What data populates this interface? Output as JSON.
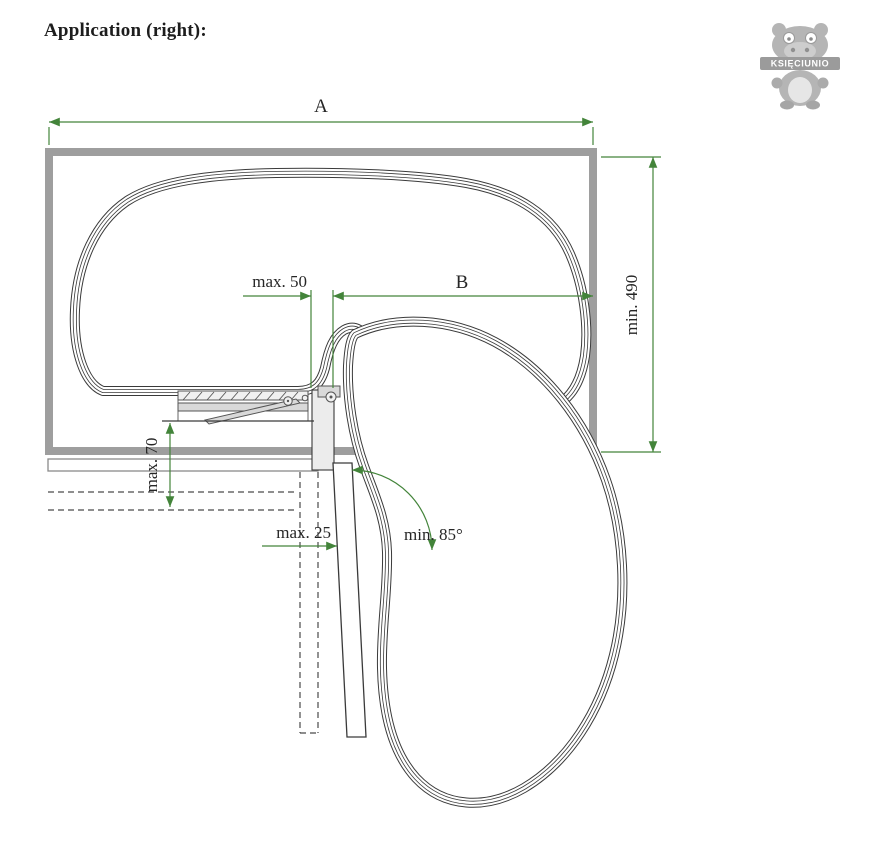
{
  "title": "Application (right):",
  "logo": {
    "text": "KSIĘCIUNIO"
  },
  "labels": {
    "dim_a": "A",
    "dim_b": "B",
    "max_50": "max. 50",
    "min_490": "min. 490",
    "max_70": "max. 70",
    "max_25": "max. 25",
    "min_85": "min. 85°"
  },
  "colors": {
    "dimension_green": "#43843a",
    "line_dark": "#3a3a3a",
    "cabinet_gray": "#9e9e9e",
    "logo_gray": "#b5b5b5"
  }
}
